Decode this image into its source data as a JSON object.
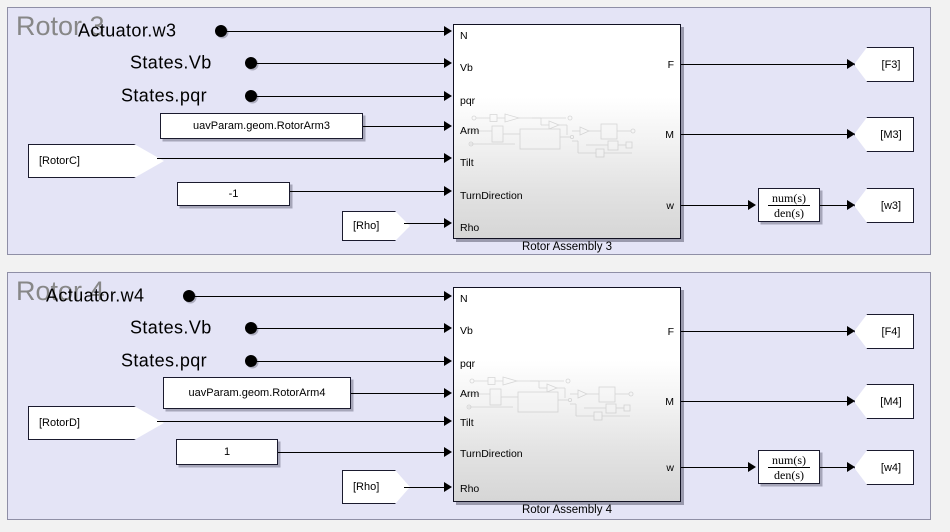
{
  "app": {
    "background_color": "#f2f2f2",
    "panel_fill": "#e4e4f6",
    "panel_border": "#8f8fa6",
    "wire_color": "#000000",
    "title_color": "#878787"
  },
  "panels": [
    {
      "id": "rotor3",
      "title": "Rotor 3",
      "signal_labels": [
        {
          "text": "Actuator.w3"
        },
        {
          "text": "States.Vb"
        },
        {
          "text": "States.pqr"
        }
      ],
      "constant_block": {
        "value": "uavParam.geom.RotorArm3"
      },
      "from_blocks": [
        {
          "tag": "[RotorC]"
        },
        {
          "tag": "[Rho]"
        }
      ],
      "turn_direction": {
        "value": "-1"
      },
      "subsystem": {
        "caption": "Rotor Assembly 3",
        "inputs": [
          "N",
          "Vb",
          "pqr",
          "Arm",
          "Tilt",
          "TurnDirection",
          "Rho"
        ],
        "outputs": [
          "F",
          "M",
          "w"
        ]
      },
      "transfer_function": {
        "numerator": "num(s)",
        "denominator": "den(s)"
      },
      "goto_blocks": [
        {
          "tag": "[F3]"
        },
        {
          "tag": "[M3]"
        },
        {
          "tag": "[w3]"
        }
      ]
    },
    {
      "id": "rotor4",
      "title": "Rotor 4",
      "signal_labels": [
        {
          "text": "Actuator.w4"
        },
        {
          "text": "States.Vb"
        },
        {
          "text": "States.pqr"
        }
      ],
      "constant_block": {
        "value": "uavParam.geom.RotorArm4"
      },
      "from_blocks": [
        {
          "tag": "[RotorD]"
        },
        {
          "tag": "[Rho]"
        }
      ],
      "turn_direction": {
        "value": "1"
      },
      "subsystem": {
        "caption": "Rotor Assembly 4",
        "inputs": [
          "N",
          "Vb",
          "pqr",
          "Arm",
          "Tilt",
          "TurnDirection",
          "Rho"
        ],
        "outputs": [
          "F",
          "M",
          "w"
        ]
      },
      "transfer_function": {
        "numerator": "num(s)",
        "denominator": "den(s)"
      },
      "goto_blocks": [
        {
          "tag": "[F4]"
        },
        {
          "tag": "[M4]"
        },
        {
          "tag": "[w4]"
        }
      ]
    }
  ]
}
